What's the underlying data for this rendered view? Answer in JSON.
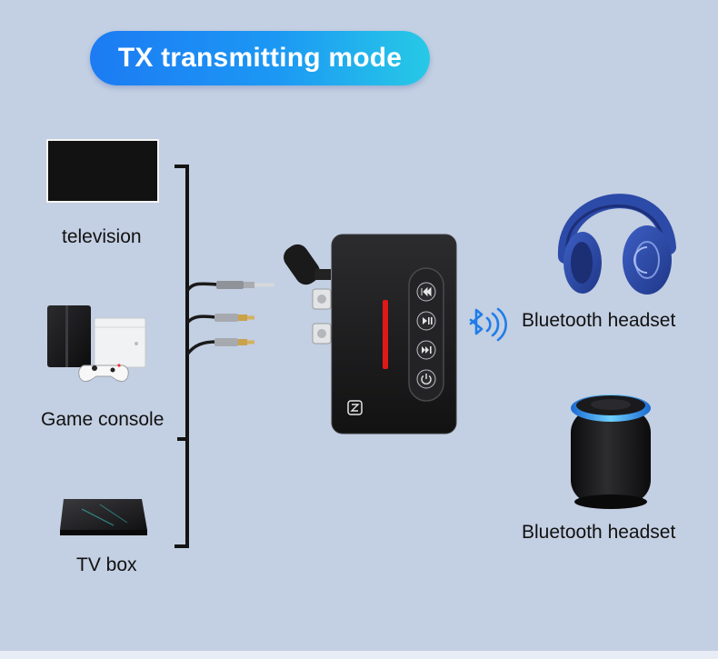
{
  "banner": {
    "title": "TX transmitting mode"
  },
  "sources": {
    "television": "television",
    "game_console": "Game console",
    "tv_box": "TV box"
  },
  "outputs": {
    "headphones": "Bluetooth headset",
    "speaker": "Bluetooth headset"
  },
  "device": {
    "buttons": [
      "previous-track-icon",
      "play-pause-icon",
      "next-track-icon",
      "power-icon"
    ],
    "indicator_color": "#e01818",
    "logo_icon": "nfc-icon"
  },
  "colors": {
    "background": "#c3cfe2",
    "banner_start": "#1c7bf3",
    "banner_end": "#27c9e6",
    "bluetooth": "#1f7de8",
    "headphone_blue": "#2f4fb0"
  }
}
